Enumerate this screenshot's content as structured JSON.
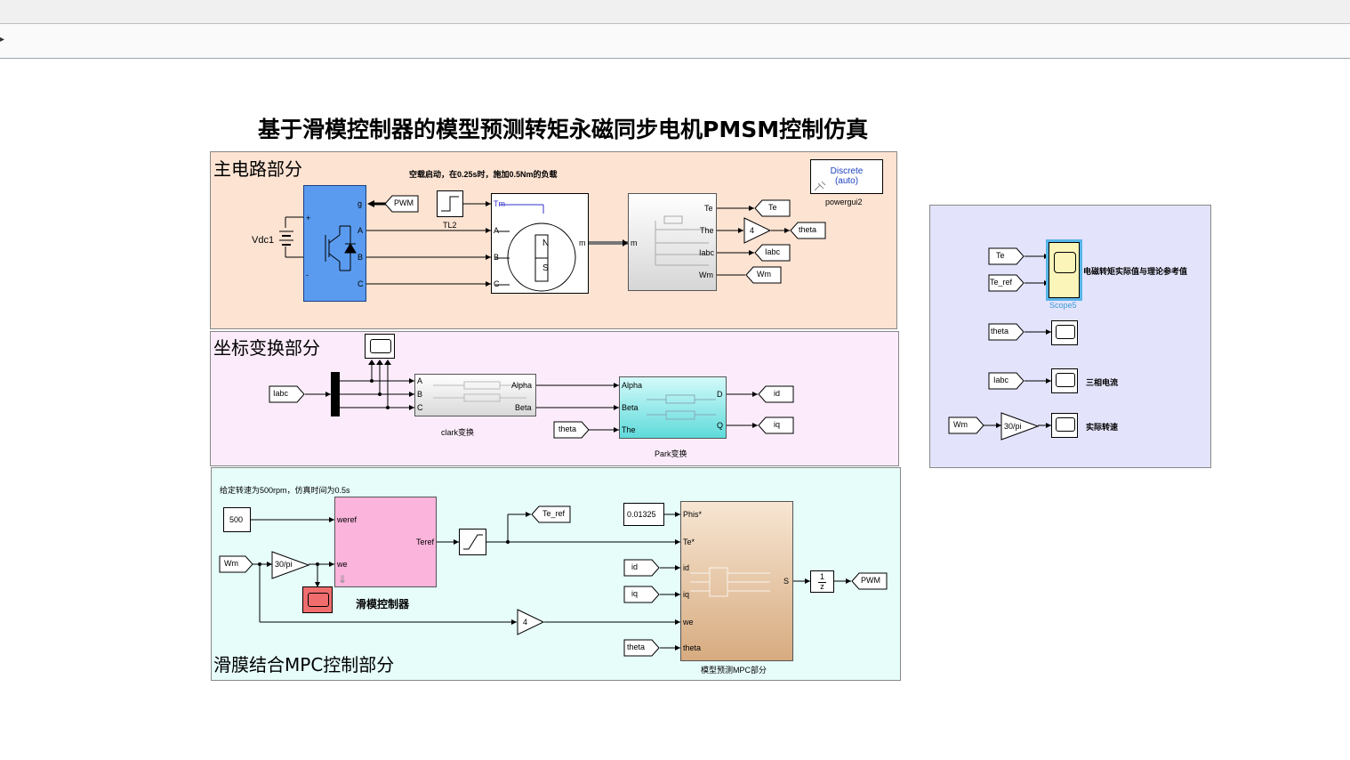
{
  "title": "基于滑模控制器的模型预测转矩永磁同步电机PMSM控制仿真",
  "areas": {
    "main_circuit": "主电路部分",
    "coord": "坐标变换部分",
    "mpc": "滑膜结合MPC控制部分"
  },
  "main": {
    "note": "空载启动，在0.25s时，施加0.5Nm的负载",
    "vdc": "Vdc1",
    "tl2": "TL2",
    "powergui_l1": "Discrete",
    "powergui_l2": "(auto)",
    "powergui_name": "powergui2",
    "pwm_tag": "PWM",
    "inv_g": "g",
    "inv_a": "A",
    "inv_b": "B",
    "inv_c": "C",
    "motor_tm": "Tm",
    "motor_a": "A",
    "motor_b": "B",
    "motor_c": "C",
    "motor_m": "m",
    "bus_m": "m",
    "bus_te": "Te",
    "bus_the": "The",
    "bus_iabc": "Iabc",
    "bus_wm": "Wm",
    "gain4": "4",
    "out_te": "Te",
    "out_theta": "theta",
    "out_iabc": "Iabc",
    "out_wm": "Wm"
  },
  "coord": {
    "in_iabc": "Iabc",
    "clark_a": "A",
    "clark_b": "B",
    "clark_c": "C",
    "clark_alpha": "Alpha",
    "clark_beta": "Beta",
    "clark_name": "clark变换",
    "park_alpha": "Alpha",
    "park_beta": "Beta",
    "park_the": "The",
    "park_d": "D",
    "park_q": "Q",
    "park_name": "Park变换",
    "in_theta": "theta",
    "out_id": "id",
    "out_iq": "iq"
  },
  "mpc": {
    "note": "给定转速为500rpm，仿真时间为0.5s",
    "const500": "500",
    "wm_tag": "Wm",
    "gain_30pi": "30/pi",
    "smc_weref": "weref",
    "smc_we": "we",
    "smc_teref": "Teref",
    "smc_name": "滑模控制器",
    "te_ref_tag": "Te_ref",
    "phis_const": "0.01325",
    "id_tag": "id",
    "iq_tag": "iq",
    "theta_tag": "theta",
    "gain4": "4",
    "mpc_phis": "Phis*",
    "mpc_te": "Te*",
    "mpc_id": "id",
    "mpc_iq": "iq",
    "mpc_we": "we",
    "mpc_theta": "theta",
    "mpc_s": "S",
    "mpc_name": "模型预测MPC部分",
    "delay_num": "1",
    "delay_den": "z",
    "pwm_tag": "PWM"
  },
  "scopes": {
    "te_tag": "Te",
    "te_ref_tag": "Te_ref",
    "scope5_label": "电磁转矩实际值与理论参考值",
    "scope5_name": "Scope5",
    "theta_tag": "theta",
    "iabc_tag": "Iabc",
    "iabc_label": "三相电流",
    "wm_tag": "Wm",
    "gain_30pi": "30/pi",
    "wm_label": "实际转速"
  },
  "colors": {
    "main_bg": "#fde3d2",
    "coord_bg": "#fcecfb",
    "mpc_bg": "#e6fdfa",
    "scope_bg": "#e3e3fb",
    "inverter": "#5a9bf0",
    "smc": "#fbb4dc",
    "mpc_block": "#e9c49f",
    "park": "#7fe3e3",
    "scope_hi": "#fbf5b9",
    "scope_red": "#f06d6d"
  }
}
